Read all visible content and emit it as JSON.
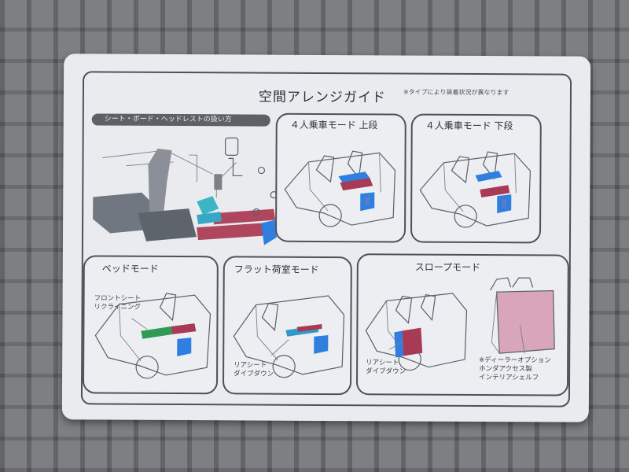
{
  "card": {
    "title": "空間アレンジガイド",
    "note": "※タイプにより装着状況が異なります",
    "legend_label": "シート・ボード・ヘッドレストの扱い方",
    "panels": {
      "upper_mode": "４人乗車モード 上段",
      "lower_mode": "４人乗車モード 下段",
      "bed_mode": "ベッドモード",
      "flat_mode": "フラット荷室モード",
      "slope_mode": "スロープモード"
    },
    "callouts": {
      "front_recline": "フロントシート\nリクライニング",
      "flat_rear_down": "リアシート\nダイブダウン",
      "slope_rear_down": "リアシート\nダイブダウン",
      "dealer_option": "※ディーラーオプション\nホンダアクセス製\nインテリアシェルフ"
    },
    "colors": {
      "card": "#e9ebee",
      "board_blue": "#2f7fe0",
      "board_red": "#a83a55",
      "board_green": "#2f9a55",
      "board_pink": "#d9a5b8",
      "line": "#4e5257"
    }
  }
}
